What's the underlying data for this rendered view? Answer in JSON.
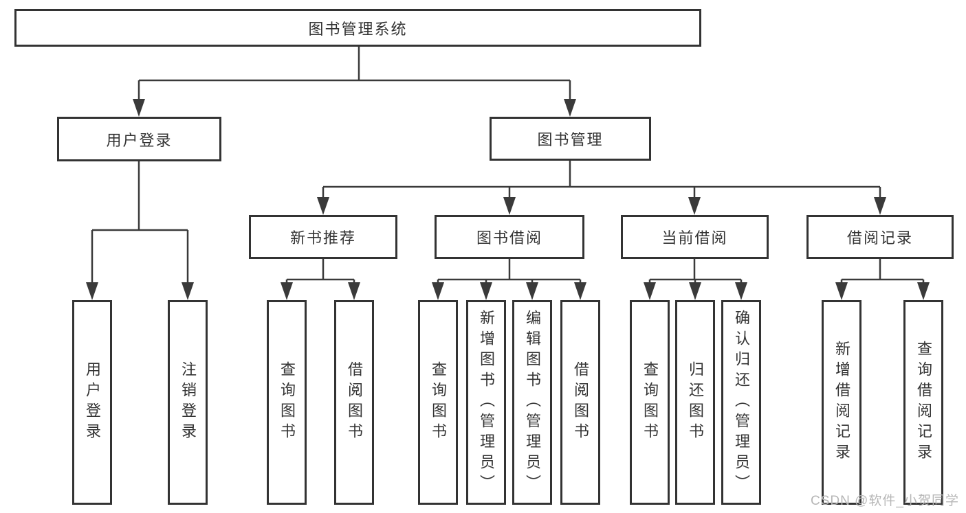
{
  "tree": {
    "root": "图书管理系统",
    "children": [
      {
        "label": "用户登录",
        "children": [
          "用户登录",
          "注销登录"
        ]
      },
      {
        "label": "图书管理",
        "children": [
          {
            "label": "新书推荐",
            "children": [
              "查询图书",
              "借阅图书"
            ]
          },
          {
            "label": "图书借阅",
            "children": [
              "查询图书",
              "新增图书（管理员）",
              "编辑图书（管理员）",
              "借阅图书"
            ]
          },
          {
            "label": "当前借阅",
            "children": [
              "查询图书",
              "归还图书",
              "确认归还（管理员）"
            ]
          },
          {
            "label": "借阅记录",
            "children": [
              "新增借阅记录",
              "查询借阅记录"
            ]
          }
        ]
      }
    ]
  },
  "watermark": {
    "text": "CSDN @软件_小贺同学"
  },
  "colors": {
    "background": "#ffffff",
    "box_border": "#333333",
    "connector_line": "#3a3a3a",
    "text": "#333333",
    "watermark_text": "#b6b6b6"
  }
}
